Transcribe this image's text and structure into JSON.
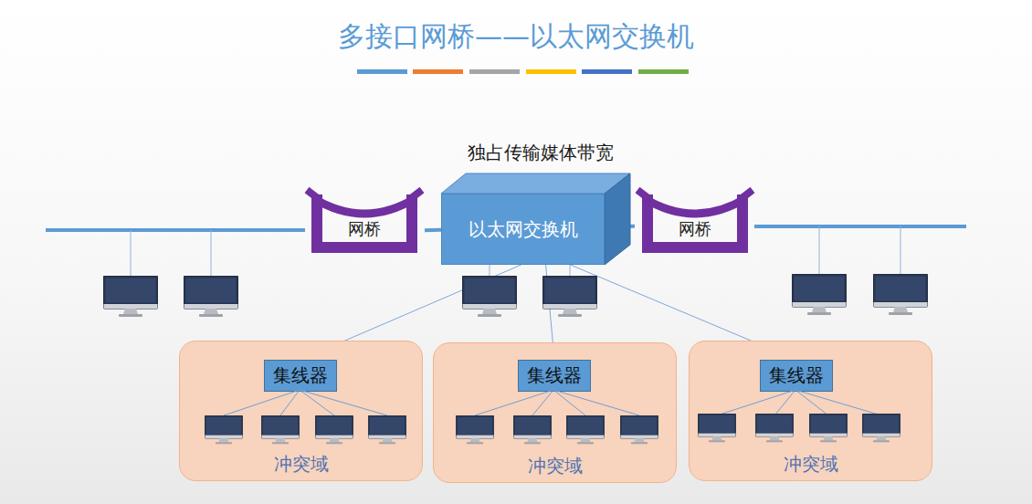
{
  "diagram": {
    "title": "多接口网桥——以太网交换机",
    "nodes": [
      {
        "text": [
          "网桥"
        ]
      },
      {
        "text": [
          "以太网交换机"
        ]
      },
      {
        "text": [
          "网桥"
        ]
      },
      {
        "text": [
          "冲突域"
        ]
      },
      {
        "text": [
          "集线器"
        ],
        "in": 3
      },
      {
        "text": [
          "冲突域"
        ]
      },
      {
        "text": [
          "集线器"
        ],
        "in": 5
      },
      {
        "text": [
          "冲突域"
        ]
      },
      {
        "text": [
          "集线器"
        ],
        "in": 7
      }
    ],
    "edges": [
      {
        "from": 0,
        "to": 1,
        "arrow": "none"
      },
      {
        "from": 1,
        "to": 2,
        "arrow": "none"
      },
      {
        "from": 1,
        "to": 4,
        "arrow": "none"
      },
      {
        "from": 1,
        "to": 6,
        "arrow": "none"
      },
      {
        "from": 1,
        "to": 8,
        "arrow": "none"
      }
    ],
    "labels": [
      "独占传输媒体带宽"
    ]
  }
}
